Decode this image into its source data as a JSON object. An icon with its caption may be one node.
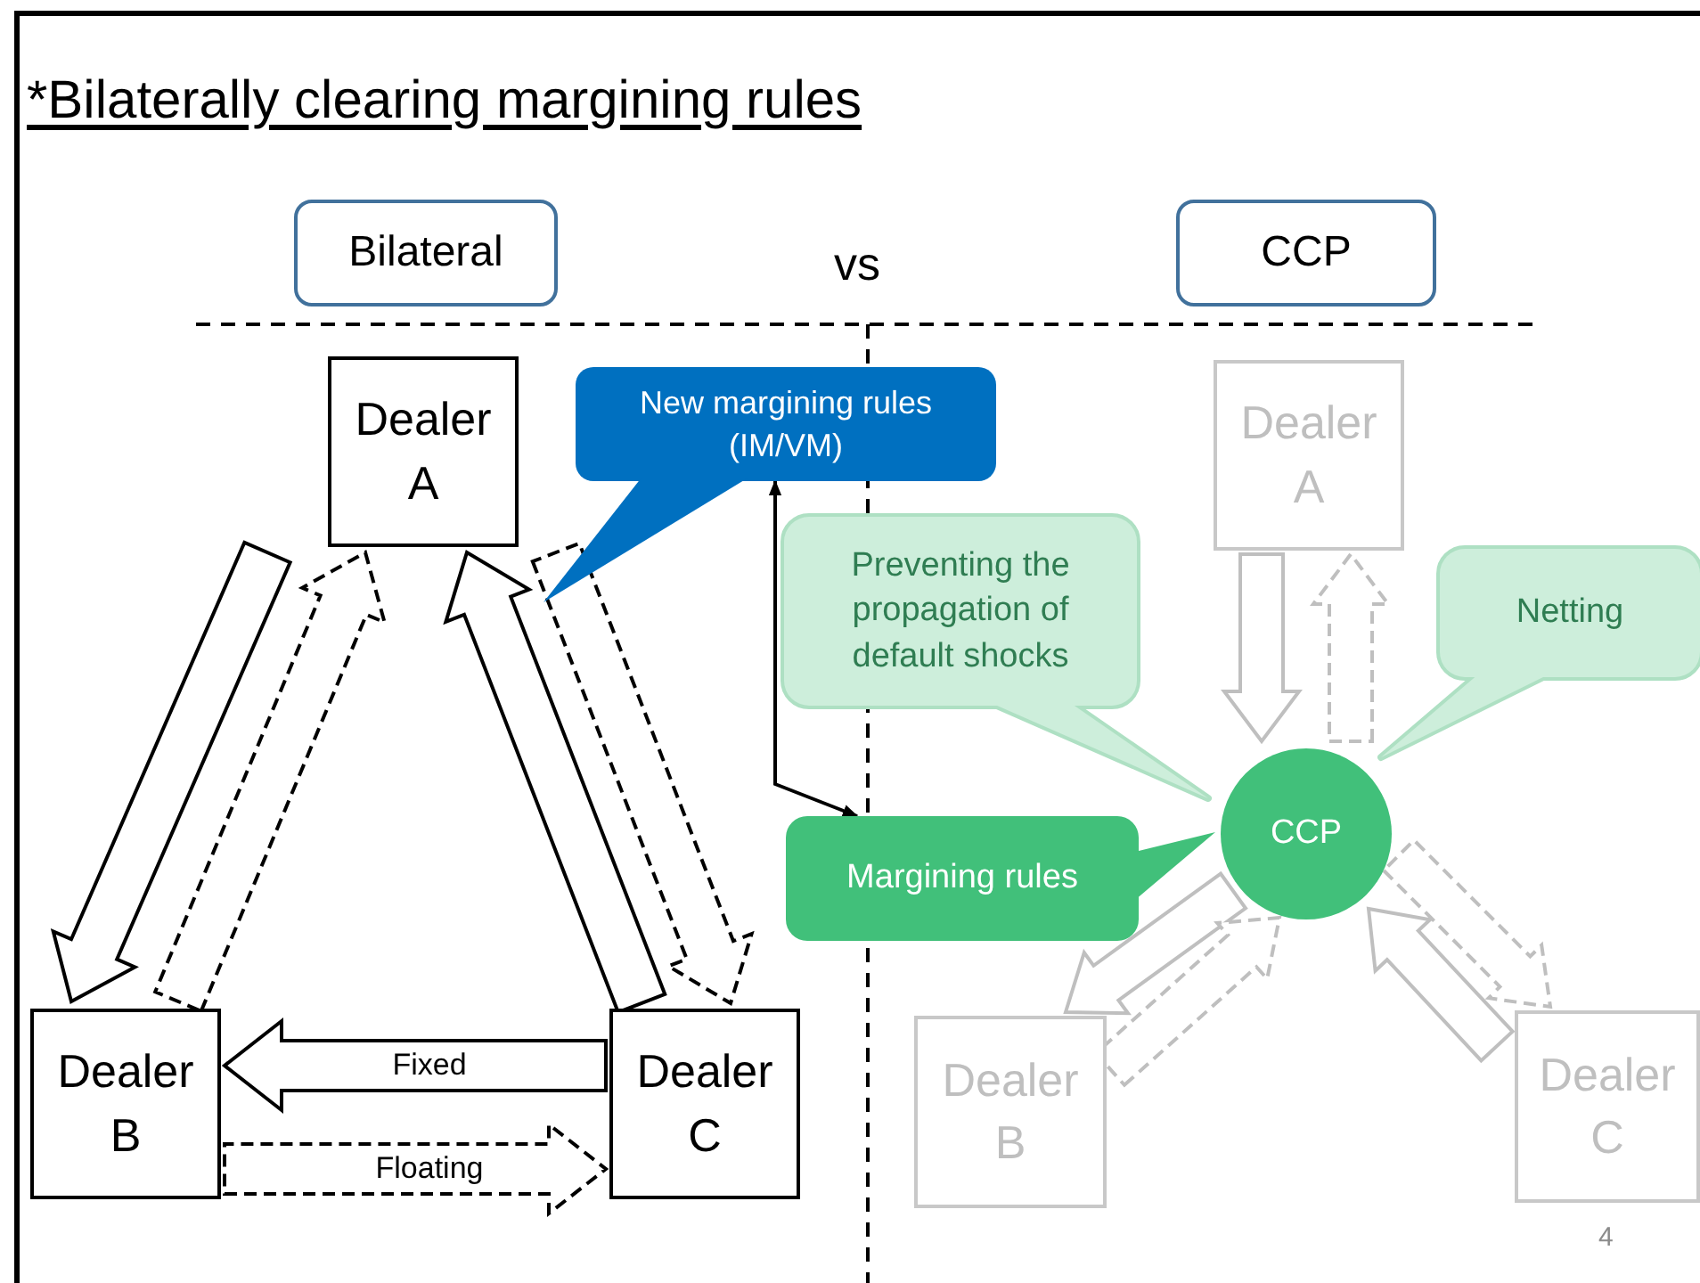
{
  "diagram": {
    "title": "*Bilaterally clearing margining rules",
    "nodes": [
      {
        "text": [
          "Bilateral"
        ]
      },
      {
        "text": [
          "CCP"
        ]
      },
      {
        "text": [
          "Dealer A"
        ]
      },
      {
        "text": [
          "Dealer B"
        ]
      },
      {
        "text": [
          "Dealer C"
        ]
      },
      {
        "text": [
          "New margining rules (IM/VM)"
        ]
      },
      {
        "text": [
          "Preventing the propagation of default shocks"
        ]
      },
      {
        "text": [
          "Netting"
        ]
      },
      {
        "text": [
          "Margining rules"
        ]
      },
      {
        "text": [
          "CCP"
        ]
      },
      {
        "text": [
          "Dealer A"
        ]
      },
      {
        "text": [
          "Dealer B"
        ]
      },
      {
        "text": [
          "Dealer C"
        ]
      }
    ],
    "edges": [
      {
        "from": 2,
        "to": 3,
        "arrow": "to"
      },
      {
        "from": 3,
        "to": 2,
        "arrow": "to",
        "style": "dashed"
      },
      {
        "from": 4,
        "to": 2,
        "arrow": "to"
      },
      {
        "from": 2,
        "to": 4,
        "arrow": "to",
        "style": "dashed"
      },
      {
        "from": 4,
        "to": 3,
        "arrow": "to",
        "label": "Fixed"
      },
      {
        "from": 3,
        "to": 4,
        "arrow": "to",
        "label": "Floating",
        "style": "dashed"
      },
      {
        "from": 10,
        "to": 9,
        "arrow": "to",
        "color": "#bfbfbf"
      },
      {
        "from": 9,
        "to": 10,
        "arrow": "to",
        "style": "dashed",
        "color": "#bfbfbf"
      },
      {
        "from": 9,
        "to": 11,
        "arrow": "to",
        "color": "#bfbfbf"
      },
      {
        "from": 11,
        "to": 9,
        "arrow": "to",
        "style": "dashed",
        "color": "#bfbfbf"
      },
      {
        "from": 12,
        "to": 9,
        "arrow": "to",
        "color": "#bfbfbf"
      },
      {
        "from": 9,
        "to": 12,
        "arrow": "to",
        "style": "dashed",
        "color": "#bfbfbf"
      },
      {
        "from": 5,
        "to": 8,
        "arrow": "both"
      }
    ],
    "labels": [
      "vs",
      "4"
    ]
  }
}
